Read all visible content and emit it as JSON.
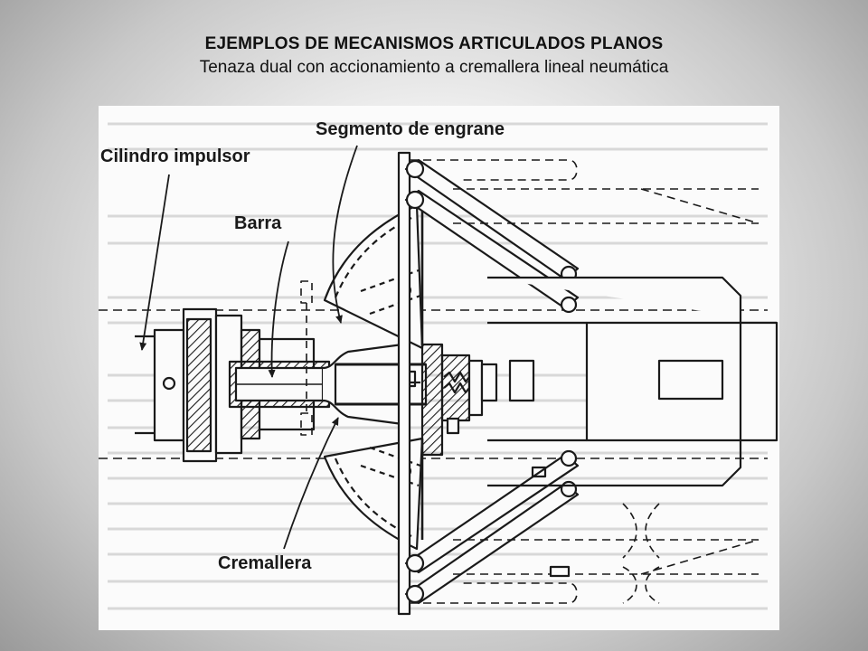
{
  "slide": {
    "title": "EJEMPLOS DE MECANISMOS ARTICULADOS PLANOS",
    "subtitle": "Tenaza dual con accionamiento a cremallera lineal neumática"
  },
  "figure": {
    "labels": {
      "cilindro": "Cilindro impulsor",
      "segmento": "Segmento de engrane",
      "barra": "Barra",
      "cremallera": "Cremallera"
    }
  },
  "colors": {
    "ink": "#1a1a1a",
    "paper": "#fbfbfb"
  }
}
